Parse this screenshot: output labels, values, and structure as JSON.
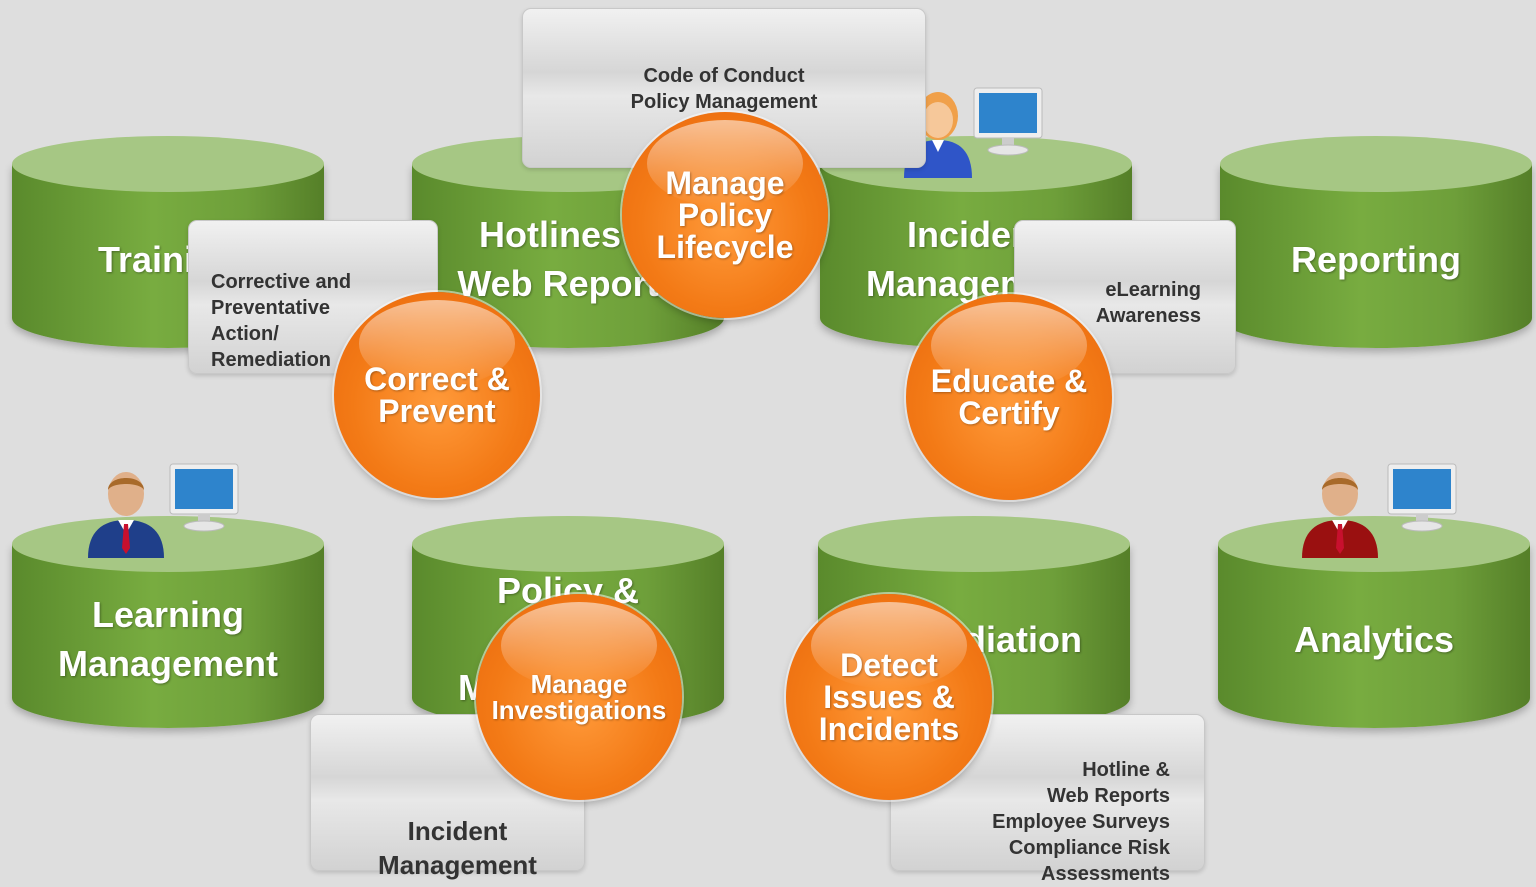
{
  "cylinders": {
    "training": "Training",
    "hotlines": "Hotlines &\nWeb Reports",
    "incident": "Incident\nManagement",
    "reporting": "Reporting",
    "learning": "Learning\nManagement",
    "policy": "Policy &\nCode\nManagement",
    "remediation": "Remediation",
    "analytics": "Analytics"
  },
  "cards": {
    "code_of_conduct": "Code of Conduct\nPolicy Management",
    "corrective": "Corrective and\nPreventative\nAction/\nRemediation",
    "elearning": "eLearning\nAwareness",
    "incident_mgmt": "Incident\nManagement",
    "hotline_reports": "Hotline &\nWeb Reports\nEmployee Surveys\nCompliance Risk\nAssessments"
  },
  "circles": {
    "manage_policy": "Manage\nPolicy\nLifecycle",
    "correct_prevent": "Correct &\nPrevent",
    "educate_certify": "Educate &\nCertify",
    "manage_investigations": "Manage\nInvestigations",
    "detect_issues": "Detect\nIssues &\nIncidents"
  },
  "colors": {
    "cylinder_green": "#78ac40",
    "cylinder_top": "#a6c784",
    "circle_orange": "#f37a16",
    "background": "#dedede"
  },
  "icons": [
    "woman-user-icon",
    "man-user-icon",
    "man-red-suit-user-icon",
    "computer-monitor-icon"
  ]
}
